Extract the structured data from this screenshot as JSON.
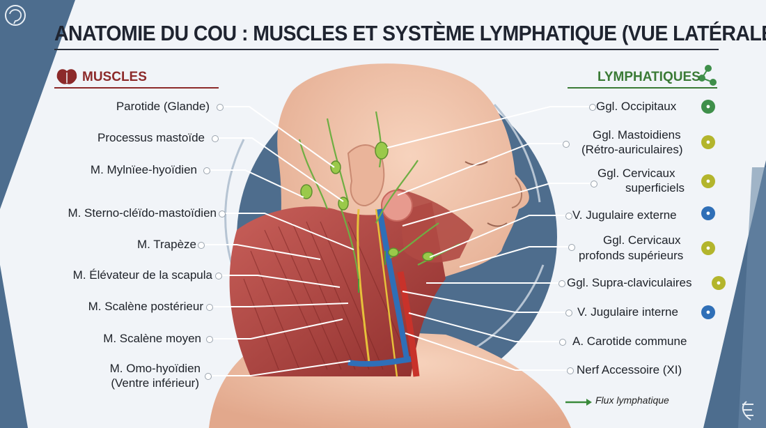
{
  "title": "ANATOMIE DU COU : MUSCLES ET SYSTÈME LYMPHATIQUE (VUE LATÉRALE)",
  "sections": {
    "muscles": "MUSCLES",
    "lymphatics": "LYMPHATIQUES"
  },
  "muscle_labels": [
    "Parotide (Glande)",
    "Processus mastoïde",
    "M. Mylnïee-hyoïdien",
    "M. Sterno-cléïdo-mastoïdien",
    "M. Trapèze",
    "M. Élévateur de la scapula",
    "M. Scalène postérieur",
    "M. Scalène moyen",
    "M. Omo-hyoïdien",
    "(Ventre inférieur)"
  ],
  "lymph_labels": [
    "Ggl. Occipitaux",
    "Ggl. Mastoidiens",
    "(Rétro-auriculaires)",
    "Ggl. Cervicaux",
    "superficiels",
    "V. Jugulaire externe",
    "Ggl. Cervicaux",
    "profonds supérieurs",
    "Ggl. Supra-claviculaires",
    "V. Jugulaire interne",
    "A. Carotide commune",
    "Nerf Accessoire (XI)"
  ],
  "legend": "Flux lymphatique",
  "icons": {
    "logo": "brain-head-icon",
    "muscle": "muscle-icon",
    "lymph": "lymph-node-icon",
    "node": "lymph-node-badge-icon",
    "vein": "blood-drop-icon",
    "corner": "spine-icon"
  },
  "colors": {
    "muscle": "#8c2a2a",
    "lymph": "#3a7a35",
    "vein": "#2f6fb7",
    "artery": "#c8322a",
    "nerve": "#e6c13a",
    "frame": "#4a6a8c"
  }
}
